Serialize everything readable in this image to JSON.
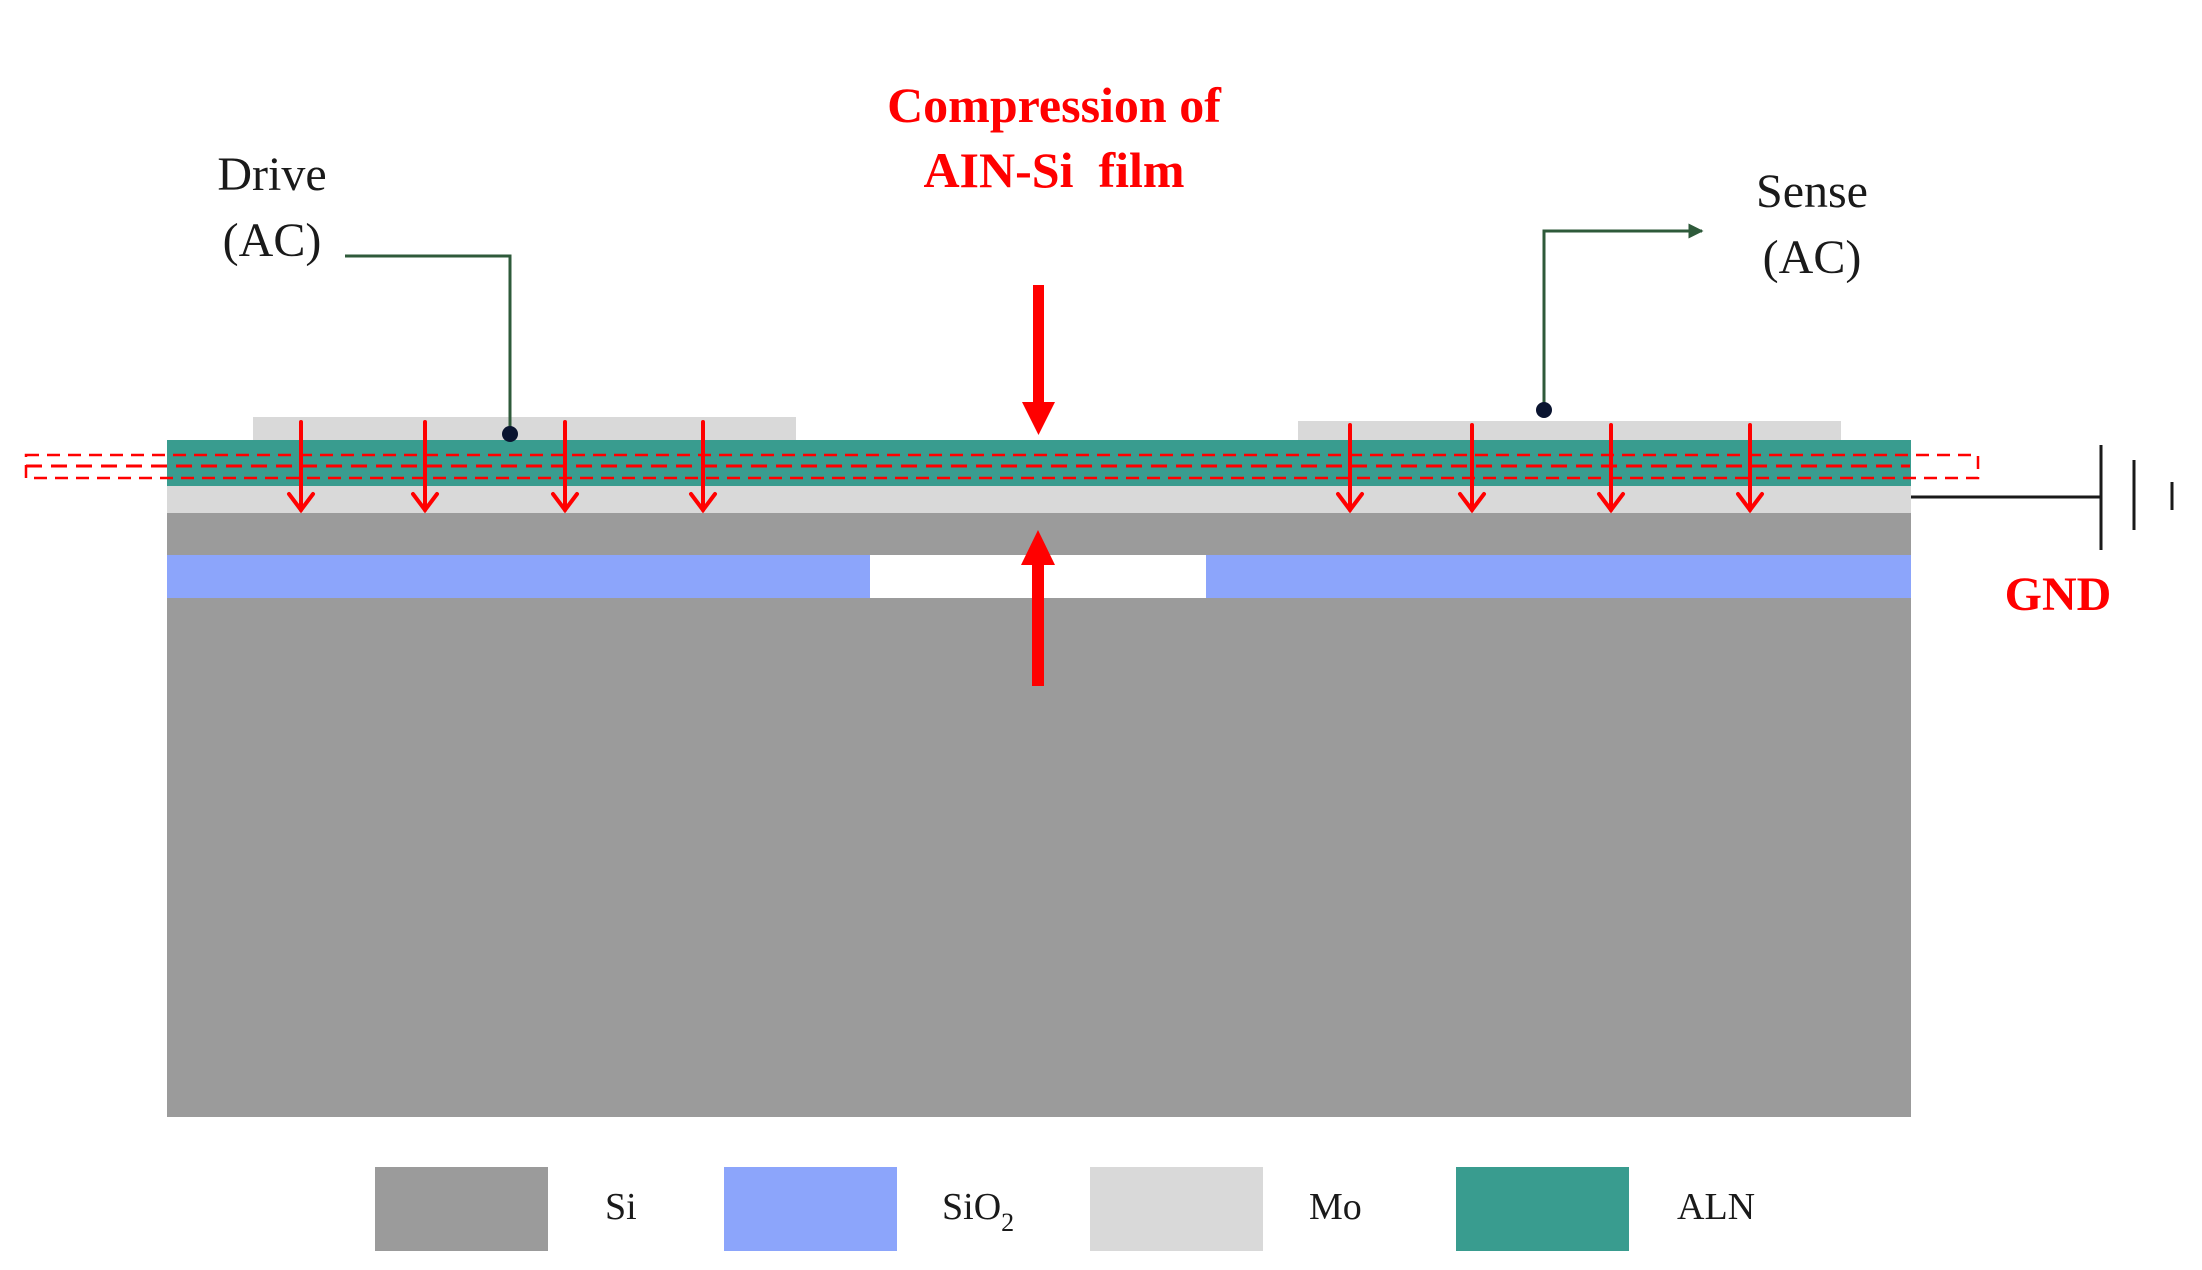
{
  "title": {
    "line1": "Compression of",
    "line2": "AIN-Si  film"
  },
  "drive": {
    "line1": "Drive",
    "line2": "(AC)"
  },
  "sense": {
    "line1": "Sense",
    "line2": "(AC)"
  },
  "ground": {
    "label": "GND"
  },
  "legend": [
    {
      "label": "Si",
      "color": "#9b9b9b"
    },
    {
      "label": "SiO",
      "subscript": "2",
      "color": "#8ca5fb"
    },
    {
      "label": "Mo",
      "color": "#d9d9d9"
    },
    {
      "label": "ALN",
      "color": "#399c8f"
    }
  ],
  "colors": {
    "accent_red": "#ff0000",
    "wire_green": "#2e5a3a",
    "cavity": "#ffffff"
  }
}
